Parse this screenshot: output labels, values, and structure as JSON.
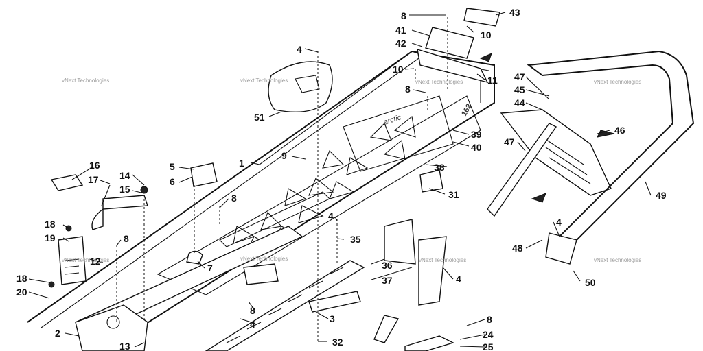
{
  "callouts": [
    {
      "id": "c1",
      "text": "1"
    },
    {
      "id": "c2",
      "text": "2"
    },
    {
      "id": "c3",
      "text": "3"
    },
    {
      "id": "c4a",
      "text": "4"
    },
    {
      "id": "c4b",
      "text": "4"
    },
    {
      "id": "c4c",
      "text": "4"
    },
    {
      "id": "c4d",
      "text": "4"
    },
    {
      "id": "c4e",
      "text": "4"
    },
    {
      "id": "c5",
      "text": "5"
    },
    {
      "id": "c6",
      "text": "6"
    },
    {
      "id": "c7",
      "text": "7"
    },
    {
      "id": "c8a",
      "text": "8"
    },
    {
      "id": "c8b",
      "text": "8"
    },
    {
      "id": "c8c",
      "text": "8"
    },
    {
      "id": "c8d",
      "text": "8"
    },
    {
      "id": "c8e",
      "text": "8"
    },
    {
      "id": "c8f",
      "text": "8"
    },
    {
      "id": "c9",
      "text": "9"
    },
    {
      "id": "c10a",
      "text": "10"
    },
    {
      "id": "c10b",
      "text": "10"
    },
    {
      "id": "c11",
      "text": "11"
    },
    {
      "id": "c12",
      "text": "12"
    },
    {
      "id": "c13",
      "text": "13"
    },
    {
      "id": "c14",
      "text": "14"
    },
    {
      "id": "c15",
      "text": "15"
    },
    {
      "id": "c16",
      "text": "16"
    },
    {
      "id": "c17",
      "text": "17"
    },
    {
      "id": "c18a",
      "text": "18"
    },
    {
      "id": "c18b",
      "text": "18"
    },
    {
      "id": "c19",
      "text": "19"
    },
    {
      "id": "c20",
      "text": "20"
    },
    {
      "id": "c24",
      "text": "24"
    },
    {
      "id": "c25",
      "text": "25"
    },
    {
      "id": "c31",
      "text": "31"
    },
    {
      "id": "c32",
      "text": "32"
    },
    {
      "id": "c35",
      "text": "35"
    },
    {
      "id": "c36",
      "text": "36"
    },
    {
      "id": "c37",
      "text": "37"
    },
    {
      "id": "c38",
      "text": "38"
    },
    {
      "id": "c39",
      "text": "39"
    },
    {
      "id": "c40",
      "text": "40"
    },
    {
      "id": "c41",
      "text": "41"
    },
    {
      "id": "c42",
      "text": "42"
    },
    {
      "id": "c43",
      "text": "43"
    },
    {
      "id": "c44",
      "text": "44"
    },
    {
      "id": "c45",
      "text": "45"
    },
    {
      "id": "c46",
      "text": "46"
    },
    {
      "id": "c47a",
      "text": "47"
    },
    {
      "id": "c47b",
      "text": "47"
    },
    {
      "id": "c48",
      "text": "48"
    },
    {
      "id": "c49",
      "text": "49"
    },
    {
      "id": "c50",
      "text": "50"
    },
    {
      "id": "c51",
      "text": "51"
    }
  ],
  "watermark": "vNext Technologies",
  "logos": {
    "brand_graphic": "arctic",
    "model_graphic": "162"
  }
}
